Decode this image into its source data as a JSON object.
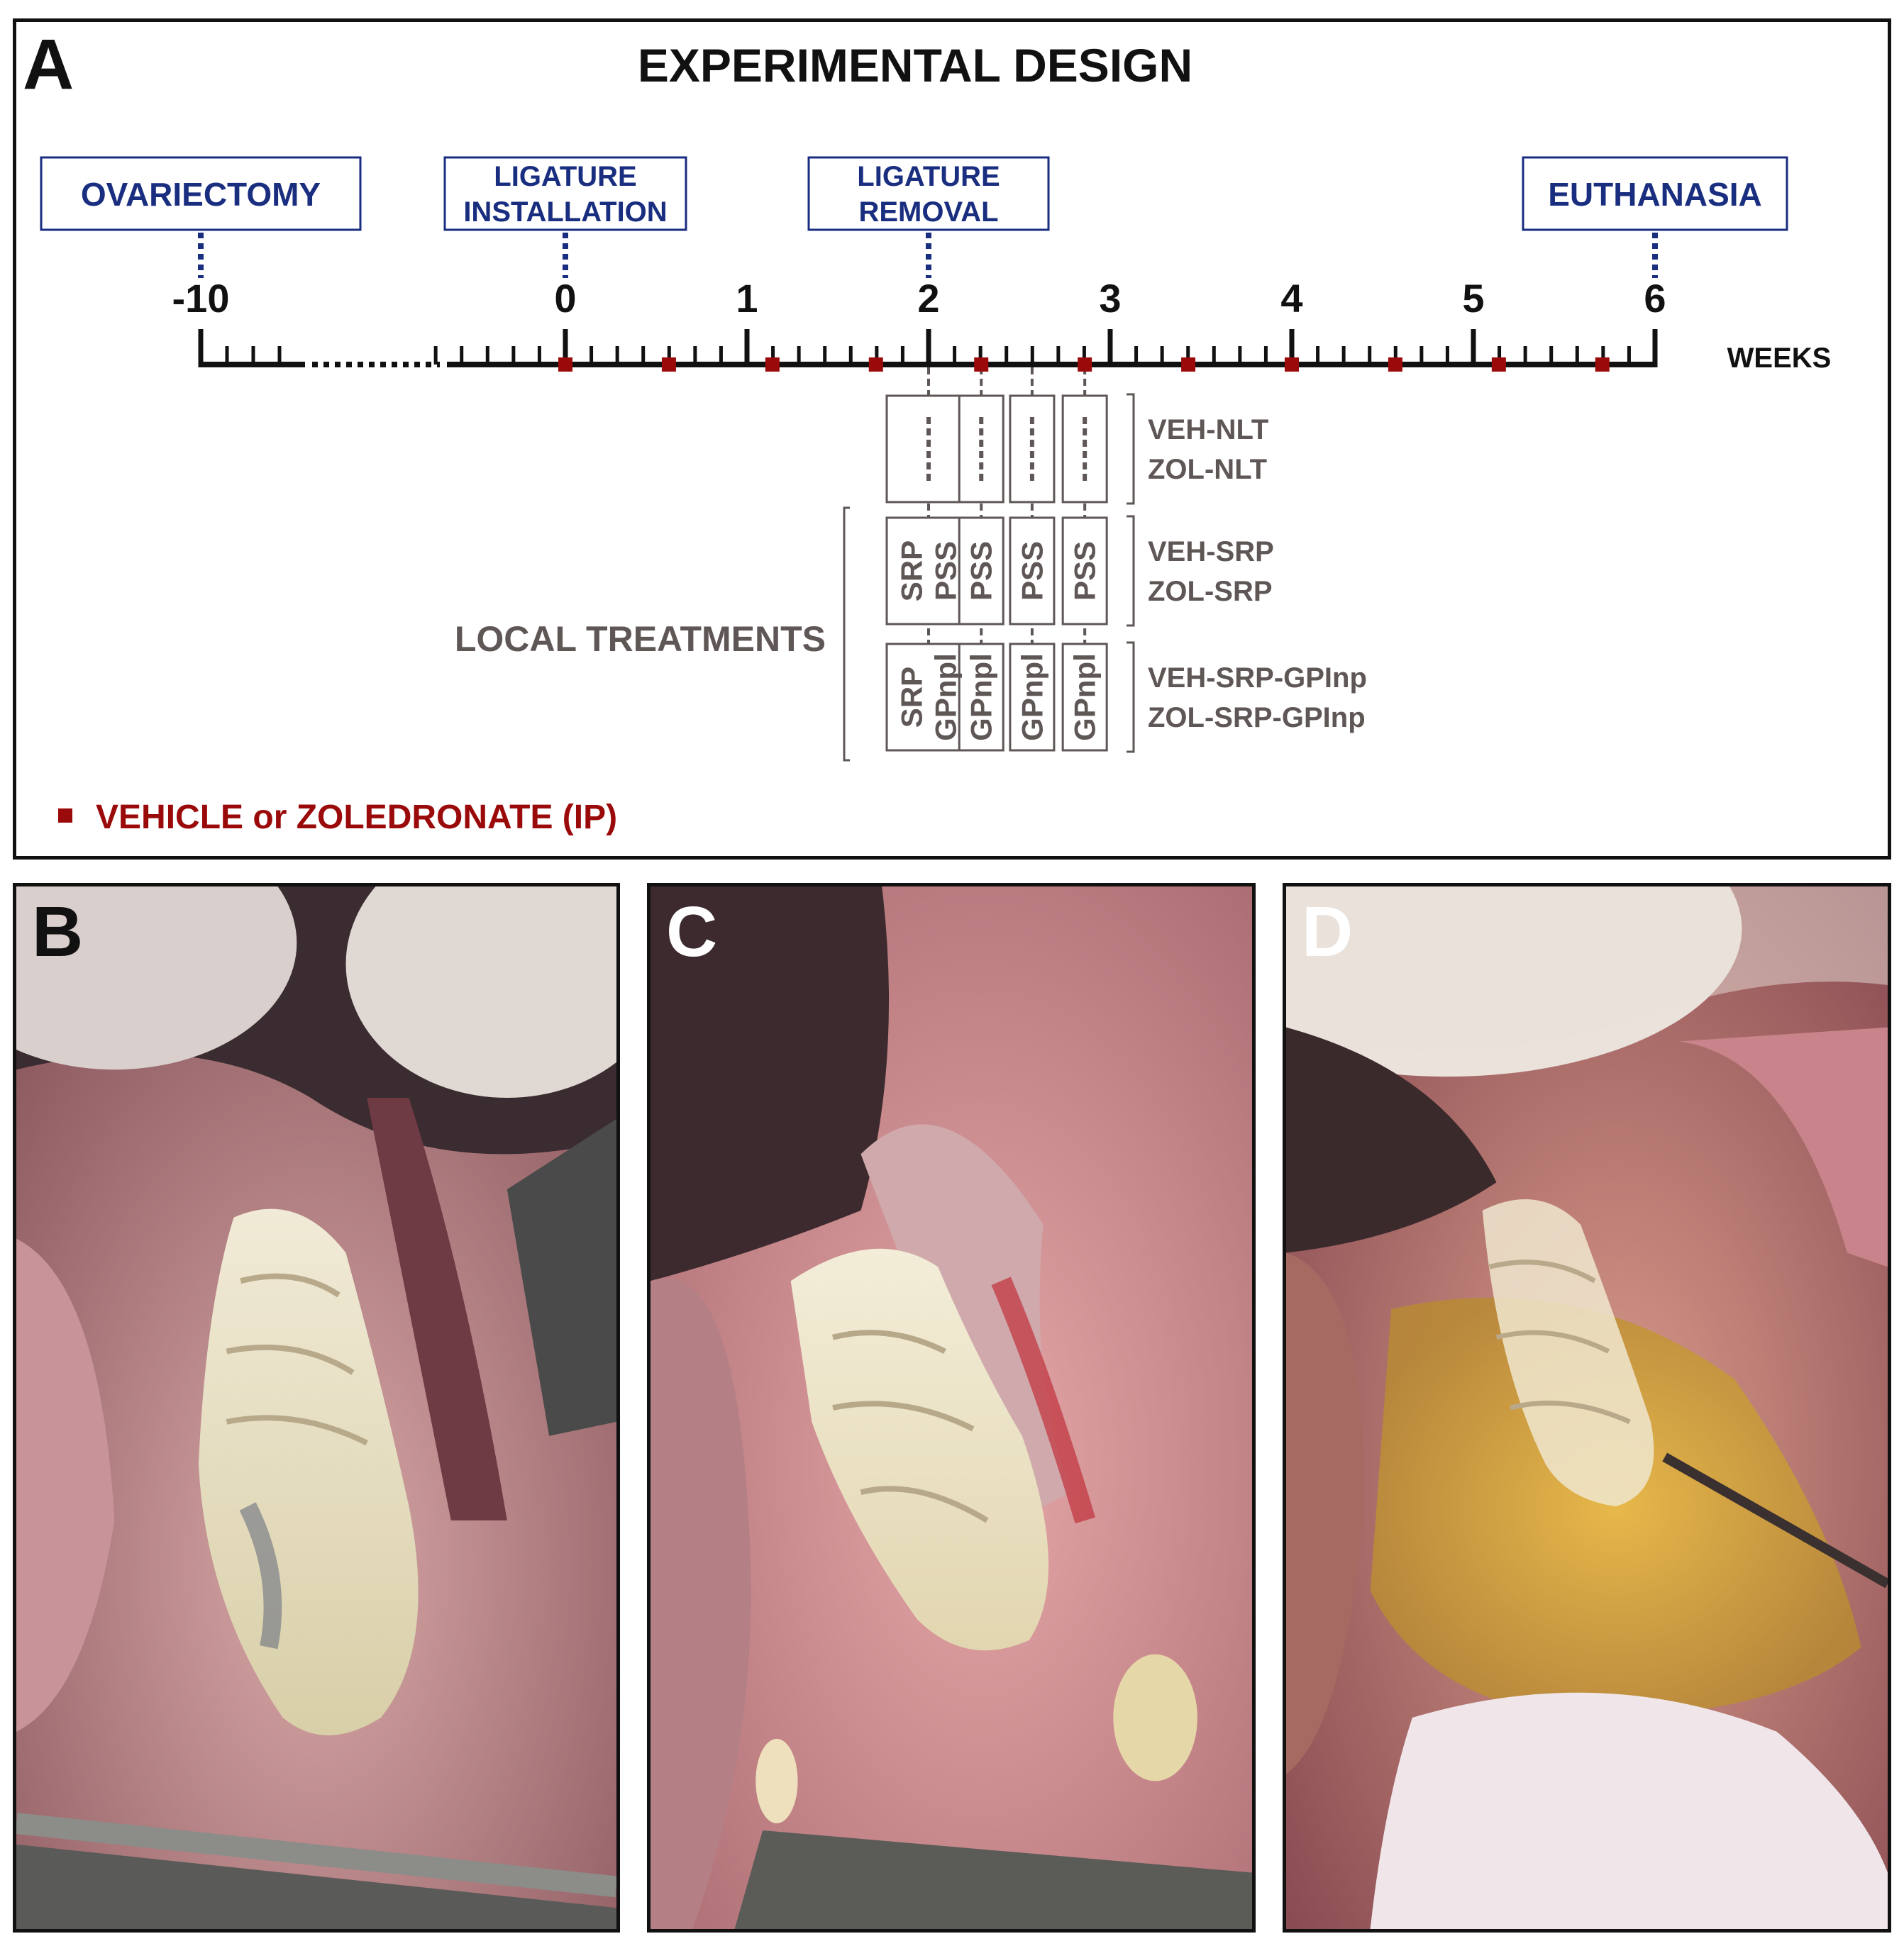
{
  "panel_a": {
    "letter": "A",
    "title": "EXPERIMENTAL DESIGN",
    "events": [
      {
        "id": "ovariectomy",
        "lines": [
          "OVARIECTOMY"
        ],
        "week": -10
      },
      {
        "id": "ligature-installation",
        "lines": [
          "LIGATURE",
          "INSTALLATION"
        ],
        "week": 0
      },
      {
        "id": "ligature-removal",
        "lines": [
          "LIGATURE",
          "REMOVAL"
        ],
        "week": 2
      },
      {
        "id": "euthanasia",
        "lines": [
          "EUTHANASIA"
        ],
        "week": 6
      }
    ],
    "timeline": {
      "ticks": [
        {
          "label": "-10",
          "week": -10
        },
        {
          "label": "0",
          "week": 0
        },
        {
          "label": "1",
          "week": 1
        },
        {
          "label": "2",
          "week": 2
        },
        {
          "label": "3",
          "week": 3
        },
        {
          "label": "4",
          "week": 4
        },
        {
          "label": "5",
          "week": 5
        },
        {
          "label": "6",
          "week": 6
        }
      ],
      "unit_label": "WEEKS",
      "injection_weeks": [
        0,
        0.57,
        1.14,
        1.71,
        2.29,
        2.86,
        3.43,
        4.0,
        4.57,
        5.14,
        5.71
      ]
    },
    "treatment_weeks": [
      2,
      2.29,
      2.57,
      2.86
    ],
    "local_treatments_label": "LOCAL TREATMENTS",
    "groups": [
      {
        "id": "nlt",
        "first_box": [
          "",
          ""
        ],
        "other_box": "",
        "names": [
          "VEH-NLT",
          "ZOL-NLT"
        ]
      },
      {
        "id": "srp",
        "first_box": [
          "SRP",
          "PSS"
        ],
        "other_box": "PSS",
        "names": [
          "VEH-SRP",
          "ZOL-SRP"
        ]
      },
      {
        "id": "gpinp",
        "first_box": [
          "SRP",
          "GPnpl"
        ],
        "other_box": "GPnpl",
        "names": [
          "VEH-SRP-GPInp",
          "ZOL-SRP-GPInp"
        ]
      }
    ],
    "legend": "VEHICLE or ZOLEDRONATE (IP)",
    "colors": {
      "blue": "#1a2e80",
      "red": "#9b0a0a",
      "gray": "#5f5656",
      "black": "#111111"
    }
  },
  "photos": [
    {
      "id": "B",
      "letter": "B"
    },
    {
      "id": "C",
      "letter": "C"
    },
    {
      "id": "D",
      "letter": "D"
    }
  ]
}
